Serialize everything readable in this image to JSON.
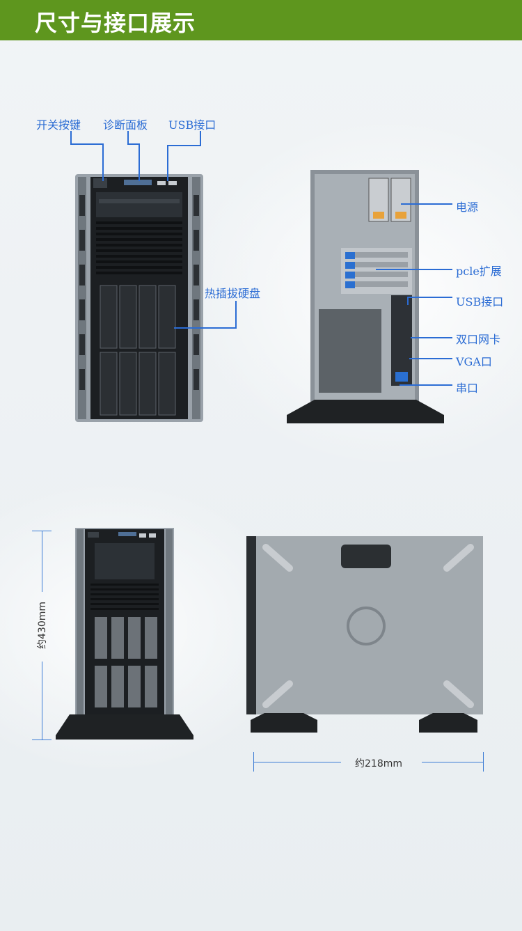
{
  "header": {
    "title": "尺寸与接口展示"
  },
  "front_callouts": {
    "power_button": "开关按键",
    "diag_panel": "诊断面板",
    "usb_front": "USB接口",
    "hotswap_drives": "热插拔硬盘"
  },
  "rear_callouts": {
    "psu": "电源",
    "pcie": "pcle扩展",
    "usb_rear": "USB接口",
    "dual_nic": "双口网卡",
    "vga": "VGA口",
    "serial": "串口"
  },
  "dimensions": {
    "height": "约430mm",
    "depth": "约218mm"
  },
  "colors": {
    "header_bg": "#5e961e",
    "callout_blue": "#2b6cd4"
  }
}
